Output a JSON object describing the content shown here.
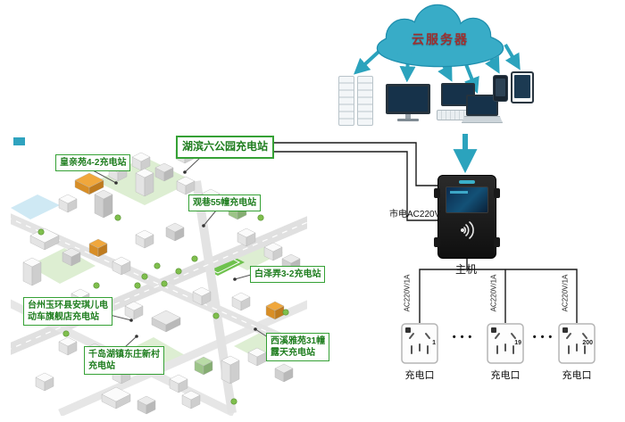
{
  "cloud": {
    "label": "云服务器"
  },
  "devices": [
    {
      "icon": "server-rack"
    },
    {
      "icon": "monitor"
    },
    {
      "icon": "desktop-computer"
    },
    {
      "icon": "laptop"
    },
    {
      "icon": "smartphone"
    },
    {
      "icon": "tablet"
    }
  ],
  "host": {
    "label": "主机",
    "mains_label": "市电AC220V"
  },
  "stations": [
    {
      "label": "皇亲苑4-2充电站"
    },
    {
      "label": "湖滨六公园充电站"
    },
    {
      "label": "观巷55幢充电站"
    },
    {
      "label": "白泽弄3-2充电站"
    },
    {
      "label": "台州玉环县安琪儿电\n动车旗舰店充电站"
    },
    {
      "label": "西溪雅苑31幢\n露天充电站"
    },
    {
      "label": "千岛湖镇东庄新村\n充电站"
    }
  ],
  "outlets": {
    "caption": "充电口",
    "line_label": "AC220V/1A",
    "ellipsis": "•••",
    "items": [
      {
        "number": "1"
      },
      {
        "number": "19"
      },
      {
        "number": "200"
      }
    ]
  },
  "colors": {
    "cloud_fill": "#38acc7",
    "cloud_text": "#9c2f2f",
    "arrow": "#2ba3bd",
    "station_green": "#1e7d1e",
    "wire": "#1a1a1a"
  }
}
